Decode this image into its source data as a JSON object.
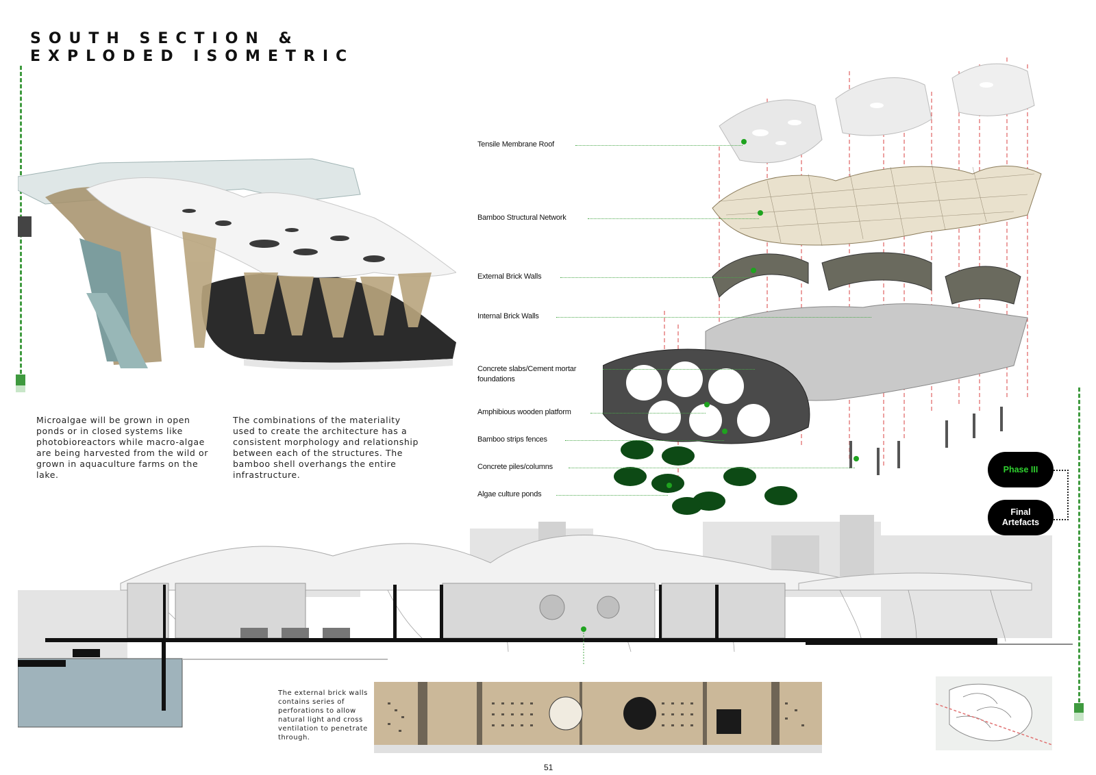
{
  "title": {
    "line1": "SOUTH SECTION &",
    "line2": "EXPLODED ISOMETRIC"
  },
  "paragraphs": {
    "left": "Microalgae will be grown in open ponds or in closed systems like photobioreactors while macro-algae are being harvested from the wild or grown in aquaculture farms on the lake.",
    "right": "The combinations of the materiality used to create the architecture has a consistent morphology and relationship between each of the structures. The bamboo shell overhangs the entire infrastructure."
  },
  "exploded_labels": [
    "Tensile Membrane Roof",
    "Bamboo Structural Network",
    "External Brick Walls",
    "Internal Brick Walls",
    "Concrete slabs/Cement mortar foundations",
    "Amphibious wooden platform",
    "Bamboo strips fences",
    "Concrete piles/columns",
    "Algae culture ponds"
  ],
  "phase": {
    "current": "Phase III",
    "next": "Final Artefacts"
  },
  "section_note": "The external brick walls contains series of perforations to allow natural light and cross ventilation to penetrate through.",
  "page_number": "51",
  "colors": {
    "accent_green": "#3f9a3f",
    "leader_red": "#d94040",
    "pill_bg": "#000000",
    "phase_text": "#2fd12f"
  }
}
